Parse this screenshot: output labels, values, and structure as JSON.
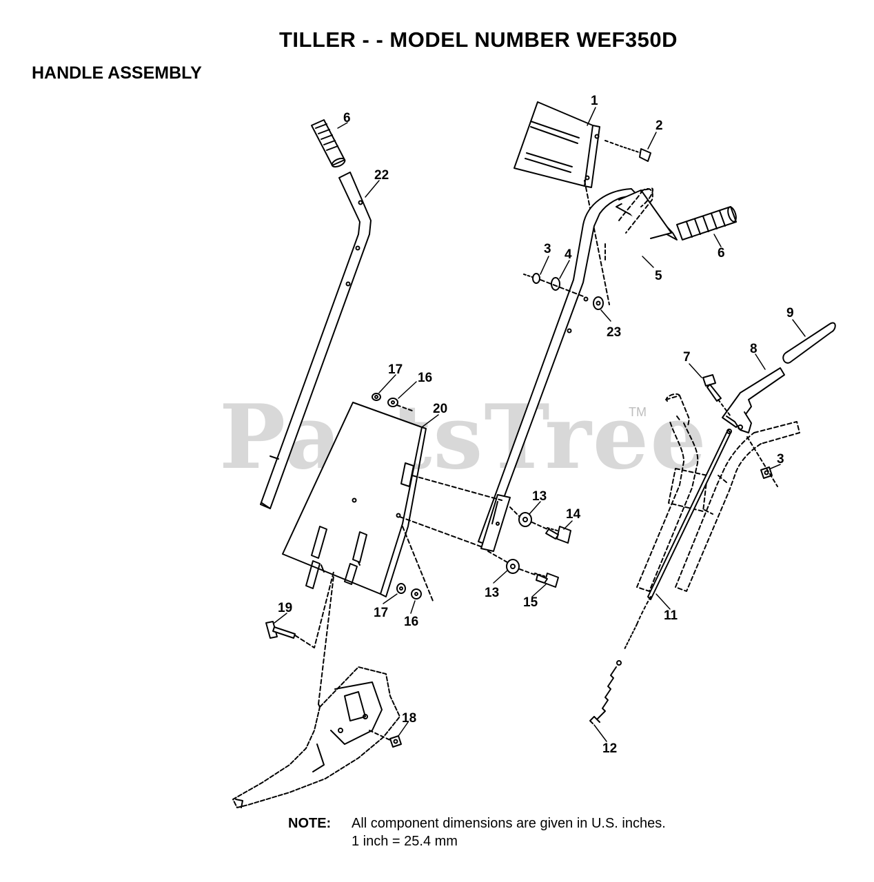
{
  "header": {
    "title": "TILLER - - MODEL NUMBER WEF350D",
    "subtitle": "HANDLE ASSEMBLY"
  },
  "watermark": {
    "text": "PartsTree",
    "trademark": "TM"
  },
  "callouts": [
    {
      "id": "c1",
      "text": "1"
    },
    {
      "id": "c2",
      "text": "2"
    },
    {
      "id": "c3a",
      "text": "3"
    },
    {
      "id": "c4",
      "text": "4"
    },
    {
      "id": "c5",
      "text": "5"
    },
    {
      "id": "c6a",
      "text": "6"
    },
    {
      "id": "c6b",
      "text": "6"
    },
    {
      "id": "c22",
      "text": "22"
    },
    {
      "id": "c23",
      "text": "23"
    },
    {
      "id": "c9",
      "text": "9"
    },
    {
      "id": "c8",
      "text": "8"
    },
    {
      "id": "c7",
      "text": "7"
    },
    {
      "id": "c3b",
      "text": "3"
    },
    {
      "id": "c17a",
      "text": "17"
    },
    {
      "id": "c16a",
      "text": "16"
    },
    {
      "id": "c20",
      "text": "20"
    },
    {
      "id": "c13a",
      "text": "13"
    },
    {
      "id": "c14",
      "text": "14"
    },
    {
      "id": "c13b",
      "text": "13"
    },
    {
      "id": "c15",
      "text": "15"
    },
    {
      "id": "c17b",
      "text": "17"
    },
    {
      "id": "c16b",
      "text": "16"
    },
    {
      "id": "c11",
      "text": "11"
    },
    {
      "id": "c19",
      "text": "19"
    },
    {
      "id": "c18",
      "text": "18"
    },
    {
      "id": "c12",
      "text": "12"
    }
  ],
  "note": {
    "label": "NOTE:",
    "line1": "All component dimensions are given in U.S. inches.",
    "line2": "1 inch = 25.4 mm"
  }
}
